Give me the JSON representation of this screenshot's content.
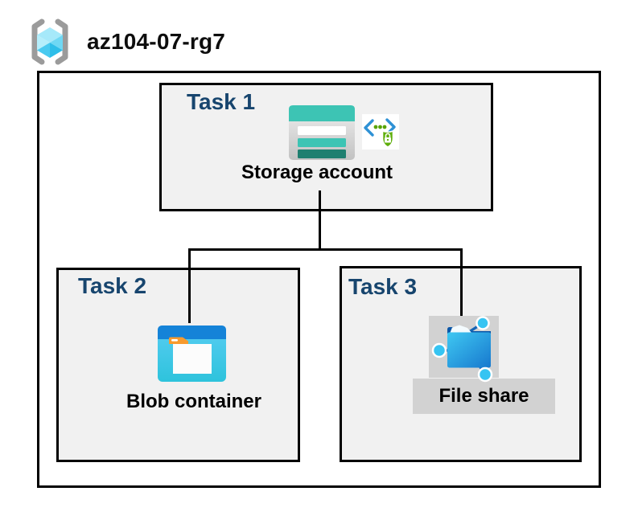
{
  "header": {
    "title": "az104-07-rg7"
  },
  "tasks": [
    {
      "label": "Task 1",
      "item": "Storage account"
    },
    {
      "label": "Task 2",
      "item": "Blob container"
    },
    {
      "label": "Task 3",
      "item": "File share"
    }
  ],
  "icons": {
    "resource_group": "azure-resource-group-icon",
    "storage_account": "storage-account-icon",
    "sas": "secure-access-sas-lock-icon",
    "blob_container": "blob-container-icon",
    "file_share": "file-share-icon"
  },
  "colors": {
    "task_label_navy": "#17456E",
    "box_fill": "#F1F1F1",
    "box_border": "#000000",
    "connector": "#000000",
    "highlight_gray": "#D2D2D2",
    "storage_teal": "#3DC4B4",
    "storage_teal_dark": "#1F7F70",
    "blob_header_blue": "#1583D8",
    "blob_body_cyan": "#2EC3DC",
    "file_share_cyan": "#36C4F2",
    "file_share_navy": "#0B57A8",
    "sas_bracket_blue": "#2E91D5",
    "sas_green": "#57A300",
    "shield_green": "#5FAE0C",
    "bracket_gray": "#9B9B9B",
    "folder_tab_orange": "#F79A2E"
  }
}
